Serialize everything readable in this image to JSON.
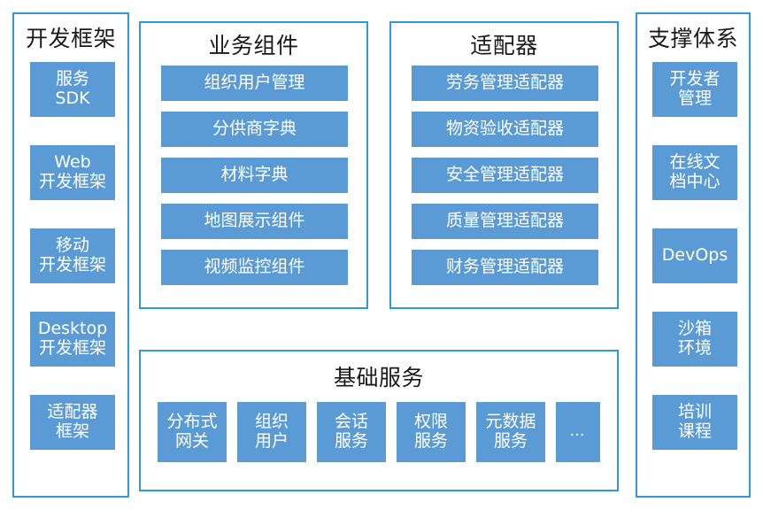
{
  "diagram": {
    "colors": {
      "tile_fill": "#5B9BD5",
      "panel_border": "#2E9BD6",
      "tile_text": "#FFFFFF",
      "title_text": "#1A1A1A",
      "background": "#FFFFFF"
    },
    "panels": {
      "dev_framework": {
        "title": "开发框架",
        "tiles": [
          "服务\nSDK",
          "Web\n开发框架",
          "移动\n开发框架",
          "Desktop\n开发框架",
          "适配器\n框架"
        ]
      },
      "business_components": {
        "title": "业务组件",
        "tiles": [
          "组织用户管理",
          "分供商字典",
          "材料字典",
          "地图展示组件",
          "视频监控组件"
        ]
      },
      "adapters": {
        "title": "适配器",
        "tiles": [
          "劳务管理适配器",
          "物资验收适配器",
          "安全管理适配器",
          "质量管理适配器",
          "财务管理适配器"
        ]
      },
      "support_system": {
        "title": "支撑体系",
        "tiles": [
          "开发者\n管理",
          "在线文\n档中心",
          "DevOps",
          "沙箱\n环境",
          "培训\n课程"
        ]
      },
      "base_services": {
        "title": "基础服务",
        "tiles": [
          "分布式\n网关",
          "组织\n用户",
          "会话\n服务",
          "权限\n服务",
          "元数据\n服务"
        ],
        "more_label": "…"
      }
    }
  }
}
